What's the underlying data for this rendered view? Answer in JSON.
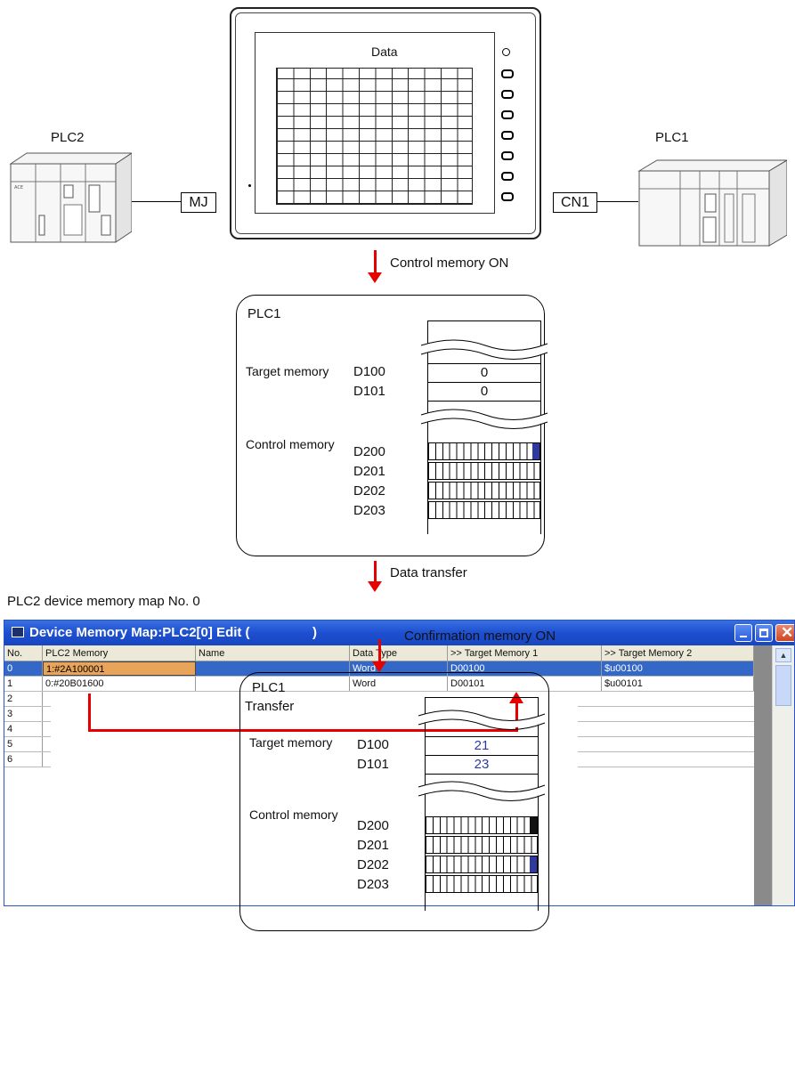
{
  "top": {
    "plc2_label": "PLC2",
    "plc1_label": "PLC1",
    "mj_label": "MJ",
    "cn1_label": "CN1",
    "screen_title": "Data",
    "control_memory_on": "Control memory ON"
  },
  "panel1": {
    "title": "PLC1",
    "target_memory": "Target memory",
    "control_memory": "Control memory",
    "d100": "D100",
    "d101": "D101",
    "d100_value": "0",
    "d101_value": "0",
    "d200": "D200",
    "d201": "D201",
    "d202": "D202",
    "d203": "D203"
  },
  "data_transfer": "Data transfer",
  "map_caption": "PLC2 device memory map No. 0",
  "window": {
    "title": "Device Memory Map:PLC2[0] Edit (",
    "title_close_paren": ")",
    "columns": [
      "No.",
      "PLC2 Memory",
      "Name",
      "Data Type",
      ">> Target Memory 1",
      ">> Target Memory 2"
    ],
    "rows": [
      {
        "no": "0",
        "mem": "1:#2A100001",
        "name": "",
        "type": "Word",
        "t1": "D00100",
        "t2": "$u00100"
      },
      {
        "no": "1",
        "mem": "0:#20B01600",
        "name": "",
        "type": "Word",
        "t1": "D00101",
        "t2": "$u00101"
      },
      {
        "no": "2"
      },
      {
        "no": "3"
      },
      {
        "no": "4"
      },
      {
        "no": "5"
      },
      {
        "no": "6"
      }
    ],
    "transfer": "Transfer"
  },
  "confirmation_memory_on": "Confirmation memory ON",
  "panel2": {
    "title": "PLC1",
    "target_memory": "Target memory",
    "control_memory": "Control memory",
    "d100": "D100",
    "d101": "D101",
    "d100_value": "21",
    "d101_value": "23",
    "d200": "D200",
    "d201": "D201",
    "d202": "D202",
    "d203": "D203"
  },
  "colors": {
    "arrow": "#e60000",
    "selection": "#3468c8",
    "bit_on": "#2e3a9e",
    "bit_confirm": "#111111",
    "value_blue": "#2e3a9e"
  }
}
